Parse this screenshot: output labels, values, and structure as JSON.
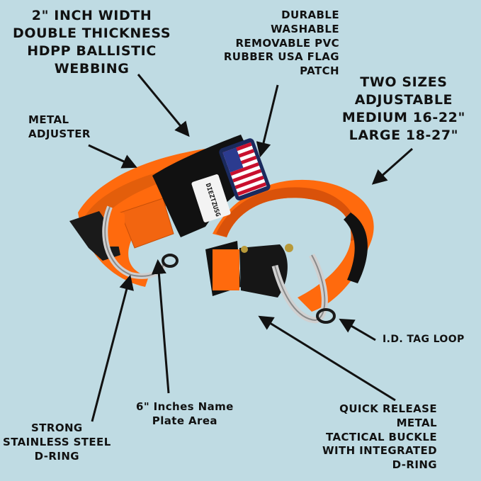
{
  "background": "#bfdbe3",
  "colors": {
    "webbing_orange": "#ff6a0d",
    "webbing_shadow": "#d9520a",
    "patch_black": "#111111",
    "steel": "#c9c9c9",
    "flag_red": "#c8102e",
    "flag_blue": "#2b3b8f"
  },
  "callouts": {
    "webbing": [
      "2\" INCH WIDTH",
      "DOUBLE THICKNESS",
      "HDPP BALLISTIC",
      "WEBBING"
    ],
    "patch": [
      "DURABLE",
      "WASHABLE",
      "REMOVABLE PVC",
      "RUBBER USA FLAG",
      "PATCH"
    ],
    "sizes": [
      "TWO SIZES",
      "ADJUSTABLE",
      "MEDIUM 16-22\"",
      "LARGE 18-27\""
    ],
    "adjuster": [
      "METAL",
      "ADJUSTER"
    ],
    "tag_loop": [
      "I.D. TAG LOOP"
    ],
    "name_plate": [
      "6\" Inches Name",
      "Plate Area"
    ],
    "d_ring": [
      "STRONG",
      "STAINLESS STEEL",
      "D-RING"
    ],
    "buckle": [
      "QUICK RELEASE",
      "METAL",
      "TACTICAL BUCKLE",
      "WITH INTEGRATED",
      "D-RING"
    ]
  },
  "product": {
    "brand_mark": "DIEZTZUSG"
  },
  "icons": [
    "arrow-icon",
    "usa-flag-patch-icon",
    "d-ring-icon",
    "buckle-icon"
  ]
}
